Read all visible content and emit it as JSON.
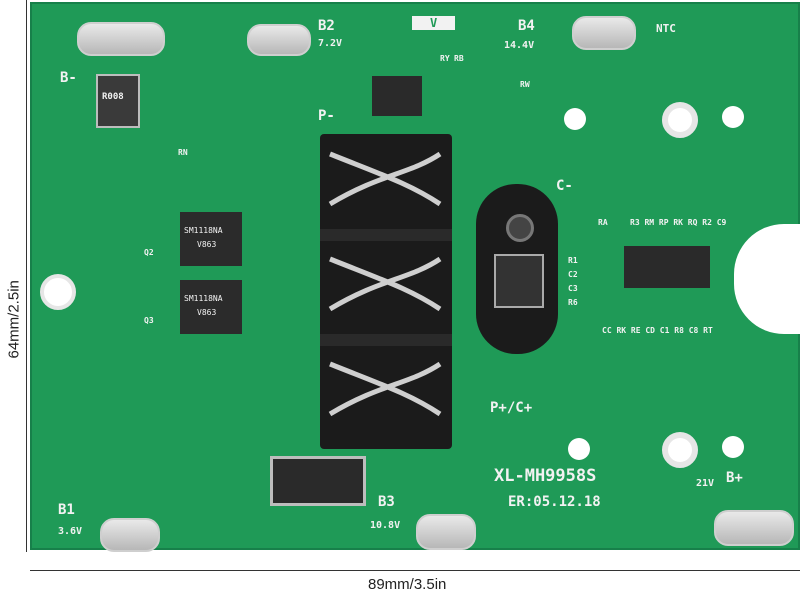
{
  "board": {
    "model": "XL-MH9958S",
    "version": "ER:05.12.18",
    "terminals": {
      "b_minus": "B-",
      "b1": "B1",
      "b1_voltage": "3.6V",
      "b2": "B2",
      "b2_voltage": "7.2V",
      "b3": "B3",
      "b3_voltage": "10.8V",
      "b4": "B4",
      "b4_voltage": "14.4V",
      "b_plus": "B+",
      "b_plus_voltage": "21V",
      "p_minus": "P-",
      "p_plus_c_plus": "P+/C+",
      "c_minus": "C-",
      "ntc": "NTC",
      "v_label": "V"
    },
    "component_labels": {
      "rn": "RN",
      "ry": "RY",
      "rb": "RB",
      "rw": "RW",
      "q2": "Q2",
      "q3": "Q3",
      "mosfet_text": "SM1118NA",
      "mosfet_code": "V863",
      "resistor_code": "R008",
      "ra": "RA",
      "r1": "R1",
      "c2": "C2",
      "c3": "C3",
      "r6": "R6",
      "top_row": "R3 RM RP RK RQ R2 C9",
      "bottom_row": "CC RK RE CD C1 R8 C8 RT"
    }
  },
  "dimensions": {
    "width_label": "89mm/3.5in",
    "height_label": "64mm/2.5in"
  },
  "colors": {
    "pcb_green": "#1f9a57",
    "silkscreen": "#f2f2f2",
    "pad_silver": "#c8c8c8",
    "connector_black": "#1b1b1b"
  }
}
